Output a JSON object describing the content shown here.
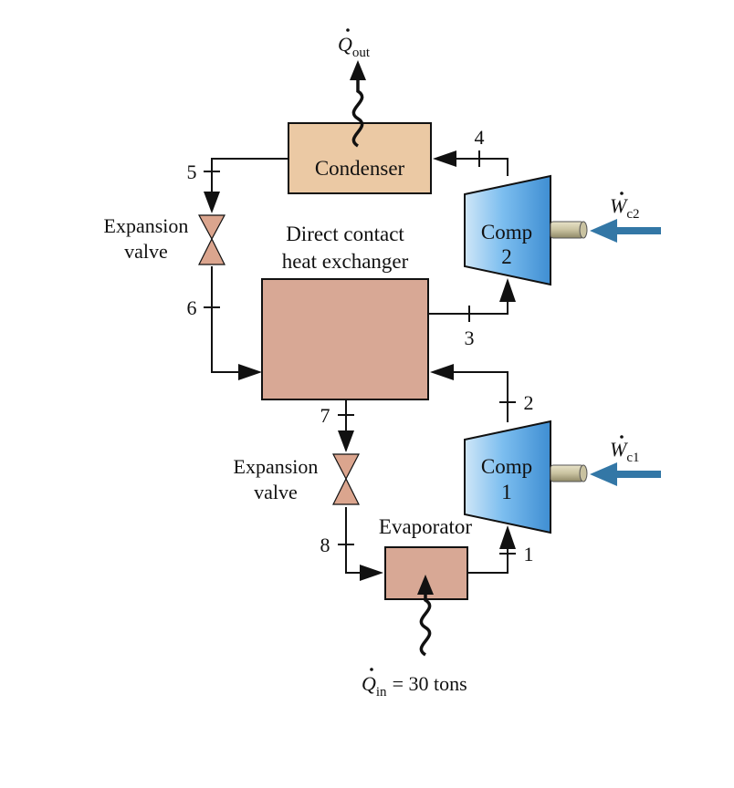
{
  "components": {
    "condenser": "Condenser",
    "comp2_line1": "Comp",
    "comp2_line2": "2",
    "comp1_line1": "Comp",
    "comp1_line2": "1",
    "hx_line1": "Direct contact",
    "hx_line2": "heat exchanger",
    "valve_top_line1": "Expansion",
    "valve_top_line2": "valve",
    "valve_bot_line1": "Expansion",
    "valve_bot_line2": "valve",
    "evaporator": "Evaporator"
  },
  "states": [
    "1",
    "2",
    "3",
    "4",
    "5",
    "6",
    "7",
    "8"
  ],
  "heat": {
    "q_symbol": "Q",
    "out_sub": "out",
    "in_sub": "in",
    "in_value": "= 30 tons"
  },
  "work": {
    "w_symbol": "W",
    "c2_sub": "c2",
    "c1_sub": "c1"
  },
  "colors": {
    "condenser": "#ebc9a4",
    "heat_exchanger": "#d8a895",
    "evaporator": "#d8a895",
    "valve": "#dba58e",
    "compressor": "#7bbdef",
    "work_arrow": "#3377a6",
    "heat_wave": "#111111",
    "lines": "#111111"
  }
}
